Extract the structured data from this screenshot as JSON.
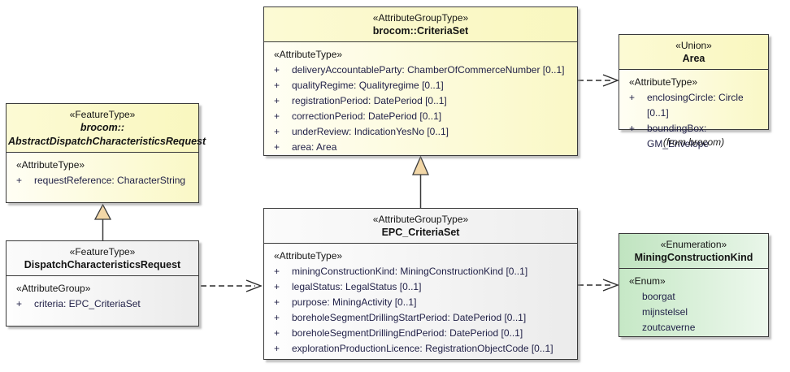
{
  "symbols": {
    "public": "+"
  },
  "colors": {
    "border": "#3a3a3a",
    "attrText": "#1f1f46",
    "yellowFill": "#faf8c6",
    "greenFill": "#c6e8c6",
    "grayFill": "#ebebeb",
    "triangleFill": "#f2d7a7"
  },
  "classes": {
    "abstractRequest": {
      "stereotype": "«FeatureType»",
      "nameLine1": "brocom::",
      "nameLine2": "AbstractDispatchCharacteristicsRequest",
      "attrHeading": "«AttributeType»",
      "attrs": [
        "requestReference: CharacterString"
      ]
    },
    "dispatchRequest": {
      "stereotype": "«FeatureType»",
      "name": "DispatchCharacteristicsRequest",
      "attrHeading": "«AttributeGroup»",
      "attrs": [
        "criteria: EPC_CriteriaSet"
      ]
    },
    "criteriaSet": {
      "stereotype": "«AttributeGroupType»",
      "name": "brocom::CriteriaSet",
      "attrHeading": "«AttributeType»",
      "attrs": [
        "deliveryAccountableParty: ChamberOfCommerceNumber [0..1]",
        "qualityRegime: Qualityregime [0..1]",
        "registrationPeriod: DatePeriod [0..1]",
        "correctionPeriod: DatePeriod [0..1]",
        "underReview: IndicationYesNo [0..1]",
        "area: Area"
      ]
    },
    "epcCriteriaSet": {
      "stereotype": "«AttributeGroupType»",
      "name": "EPC_CriteriaSet",
      "attrHeading": "«AttributeType»",
      "attrs": [
        "miningConstructionKind: MiningConstructionKind [0..1]",
        "legalStatus: LegalStatus [0..1]",
        "purpose: MiningActivity [0..1]",
        "boreholeSegmentDrillingStartPeriod: DatePeriod [0..1]",
        "boreholeSegmentDrillingEndPeriod: DatePeriod [0..1]",
        "explorationProductionLicence: RegistrationObjectCode [0..1]"
      ]
    },
    "area": {
      "stereotype": "«Union»",
      "name": "Area",
      "attrHeading": "«AttributeType»",
      "attrs": [
        "enclosingCircle: Circle [0..1]",
        "boundingBox: GM_Envelope"
      ],
      "origin": "(from brocom)"
    },
    "miningConstructionKind": {
      "stereotype": "«Enumeration»",
      "name": "MiningConstructionKind",
      "attrHeading": "«Enum»",
      "values": [
        "boorgat",
        "mijnstelsel",
        "zoutcaverne"
      ]
    }
  }
}
